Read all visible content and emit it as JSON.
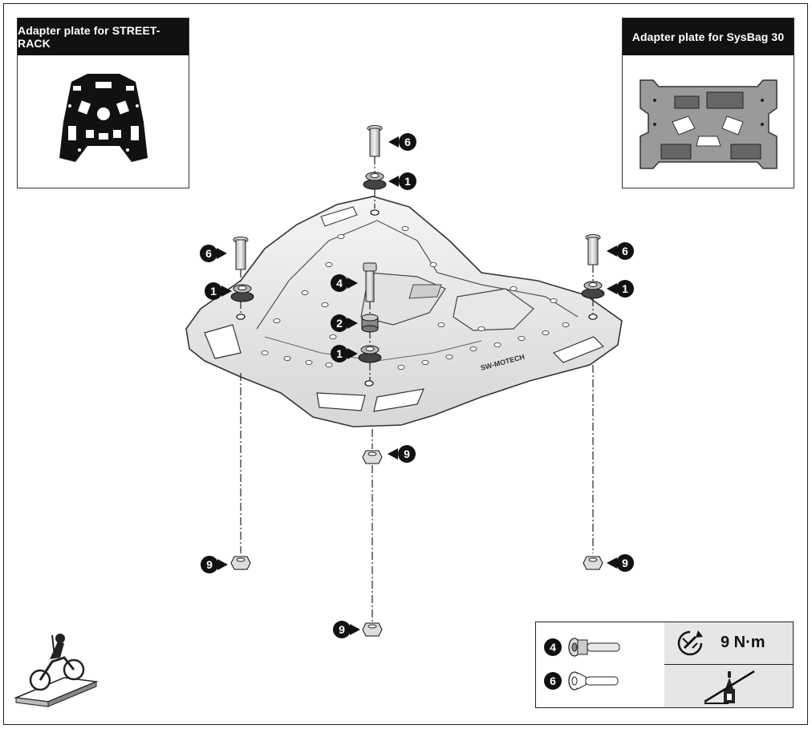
{
  "insets": {
    "left_title": "Adapter plate for STREET-RACK",
    "right_title": "Adapter plate for SysBag 30"
  },
  "callouts": {
    "c6_top": "6",
    "c1_top": "1",
    "c6_left": "6",
    "c1_left": "1",
    "c4": "4",
    "c2": "2",
    "c1_center": "1",
    "c6_right": "6",
    "c1_right": "1",
    "c9_center": "9",
    "c9_left": "9",
    "c9_right": "9",
    "c9_bottom": "9"
  },
  "plate_brand": "SW-MOTECH",
  "spec": {
    "row1_num": "4",
    "row2_num": "6",
    "torque": "9 N·m"
  }
}
